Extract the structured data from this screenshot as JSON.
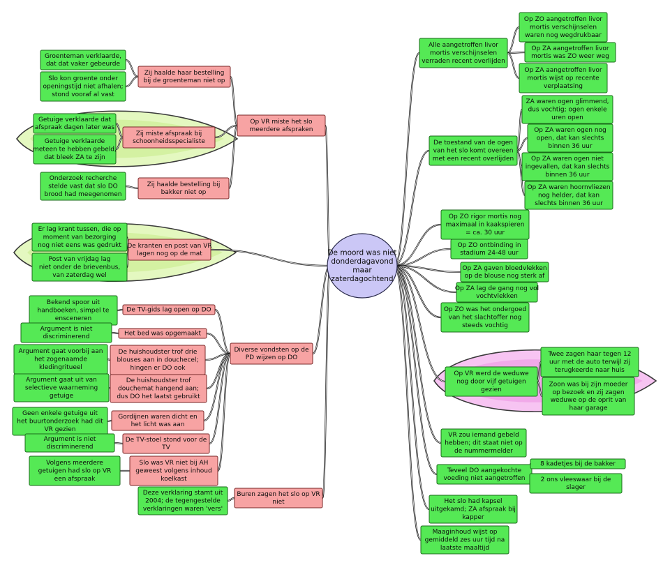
{
  "center": {
    "lines": [
      "De moord was niet",
      "donderdagavond",
      "maar",
      "zaterdagochtend"
    ]
  },
  "colors": {
    "green_node": "#55e955",
    "red_node": "#f7a3a3",
    "center_node": "#cbc7f6",
    "green_cluster": "#e4f8c0",
    "pink_cluster": "#f7c4f2"
  },
  "nodes": [
    {
      "id": "vr_slo",
      "kind": "r",
      "lines": [
        "Op VR miste het slo",
        "meerdere afspraken"
      ]
    },
    {
      "id": "groente_best",
      "kind": "r",
      "lines": [
        "Zij haalde haar bestelling",
        "bij de groenteman niet op"
      ]
    },
    {
      "id": "groente_verk",
      "kind": "g",
      "lines": [
        "Groenteman verklaarde,",
        "dat dat vaker gebeurde"
      ]
    },
    {
      "id": "groente_kon",
      "kind": "g",
      "lines": [
        "Slo kon groente onder",
        "openingstijd niet afhalen;",
        "stond vooraf al vast"
      ]
    },
    {
      "id": "schoon",
      "kind": "r",
      "lines": [
        "Zij miste afspraak bij",
        "schoonheidsspecialiste"
      ]
    },
    {
      "id": "getuige_dagen",
      "kind": "g",
      "lines": [
        "Getuige verklaarde dat",
        "afspraak dagen later was"
      ]
    },
    {
      "id": "getuige_meteen",
      "kind": "g",
      "lines": [
        "Getuige verklaarde",
        "meteen te hebben gebeld,",
        "dat bleek ZA te zijn"
      ]
    },
    {
      "id": "bakker_best",
      "kind": "r",
      "lines": [
        "Zij haalde bestelling bij",
        "bakker niet op"
      ]
    },
    {
      "id": "bakker_onder",
      "kind": "g",
      "lines": [
        "Onderzoek recherche",
        "stelde vast dat slo DO",
        "brood had meegenomen"
      ]
    },
    {
      "id": "kranten",
      "kind": "r",
      "lines": [
        "De kranten en post van VR",
        "lagen nog op de mat"
      ]
    },
    {
      "id": "krant_tussen",
      "kind": "g",
      "lines": [
        "Er lag krant tussen, die op",
        "moment van bezorging",
        "nog niet eens was gedrukt"
      ]
    },
    {
      "id": "post_vrijdag",
      "kind": "g",
      "lines": [
        "Post van vrijdag lag",
        "niet onder de brievenbus,",
        "van zaterdag wel"
      ]
    },
    {
      "id": "diverse",
      "kind": "r",
      "lines": [
        "Diverse vondsten op de",
        "PD wijzen op DO"
      ]
    },
    {
      "id": "tvgids",
      "kind": "r",
      "lines": [
        "De TV-gids lag open op DO"
      ]
    },
    {
      "id": "spoor",
      "kind": "g",
      "lines": [
        "Bekend spoor uit",
        "handboeken, simpel te",
        "ensceneren"
      ]
    },
    {
      "id": "bed",
      "kind": "r",
      "lines": [
        "Het bed was opgemaakt"
      ]
    },
    {
      "id": "discr1",
      "kind": "g",
      "lines": [
        "Argument is niet",
        "discriminerend"
      ]
    },
    {
      "id": "blouses",
      "kind": "r",
      "lines": [
        "De huishoudster trof drie",
        "blouses aan in douchecel;",
        "hingen er DO ook"
      ]
    },
    {
      "id": "kleding",
      "kind": "g",
      "lines": [
        "Argument gaat voorbij aan",
        "het zogenaamde",
        "kledingritueel"
      ]
    },
    {
      "id": "douchemat",
      "kind": "r",
      "lines": [
        "De huishoudster trof",
        "douchemat hangend aan;",
        "dus DO het laatst gebruikt"
      ]
    },
    {
      "id": "selectief",
      "kind": "g",
      "lines": [
        "Argument gaat uit van",
        "selectieve waarneming",
        "getuige"
      ]
    },
    {
      "id": "gordijn",
      "kind": "r",
      "lines": [
        "Gordijnen waren dicht en",
        "het licht was aan"
      ]
    },
    {
      "id": "geen_getuige",
      "kind": "g",
      "lines": [
        "Geen enkele getuige uit",
        "het buurtonderzoek had dit",
        "VR gezien"
      ]
    },
    {
      "id": "tvstoel",
      "kind": "r",
      "lines": [
        "De TV-stoel stond voor de",
        "TV"
      ]
    },
    {
      "id": "discr2",
      "kind": "g",
      "lines": [
        "Argument is niet",
        "discriminerend"
      ]
    },
    {
      "id": "ah",
      "kind": "r",
      "lines": [
        "Slo was VR niet bij AH",
        "geweest volgens inhoud",
        "koelkast"
      ]
    },
    {
      "id": "volgens",
      "kind": "g",
      "lines": [
        "Volgens meerdere",
        "getuigen had slo op VR",
        "een afspraak"
      ]
    },
    {
      "id": "buren",
      "kind": "r",
      "lines": [
        "Buren zagen het slo op VR",
        "niet"
      ]
    },
    {
      "id": "verklaring",
      "kind": "g",
      "lines": [
        "Deze verklaring stamt uit",
        "2004; de tegengestelde",
        "verklaringen waren 'vers'"
      ]
    },
    {
      "id": "livor",
      "kind": "g",
      "lines": [
        "Alle aangetroffen livor",
        "mortis verschijnselen",
        "verraden recent overlijden"
      ]
    },
    {
      "id": "livor_zo",
      "kind": "g",
      "lines": [
        "Op ZO aangetroffen livor",
        "mortis verschijnselen",
        "waren nog wegdrukbaar"
      ]
    },
    {
      "id": "livor_za1",
      "kind": "g",
      "lines": [
        "Op ZA aangetroffen livor",
        "mortis was ZO weer weg"
      ]
    },
    {
      "id": "livor_za2",
      "kind": "g",
      "lines": [
        "Op ZA aangetroffen livor",
        "mortis wijst op recente",
        "verplaatsing"
      ]
    },
    {
      "id": "ogen",
      "kind": "g",
      "lines": [
        "De toestand van de ogen",
        "van het slo komt overeen",
        "met een recent overlijden"
      ]
    },
    {
      "id": "ogen1",
      "kind": "g",
      "lines": [
        "ZA waren ogen glimmend,",
        "dus vochtig; ogen enkele",
        "uren open"
      ]
    },
    {
      "id": "ogen2",
      "kind": "g",
      "lines": [
        "Op ZA waren ogen nog",
        "open, dat kan slechts",
        "binnen 36 uur"
      ]
    },
    {
      "id": "ogen3",
      "kind": "g",
      "lines": [
        "Op ZA waren ogen niet",
        "ingevallen, dat kan slechts",
        "binnen 36 uur"
      ]
    },
    {
      "id": "ogen4",
      "kind": "g",
      "lines": [
        "Op ZA waren hoornvliezen",
        "nog helder, dat kan",
        "slechts binnen 36 uur"
      ]
    },
    {
      "id": "rigor",
      "kind": "g",
      "lines": [
        "Op ZO rigor mortis nog",
        "maximaal in  kaakspieren",
        "= ca. 30 uur"
      ]
    },
    {
      "id": "ontbinding",
      "kind": "g",
      "lines": [
        "Op ZO ontbinding in",
        "stadium 24-48 uur"
      ]
    },
    {
      "id": "bloed",
      "kind": "g",
      "lines": [
        "Op ZA gaven  bloedvlekken",
        "op de blouse nog sterk af"
      ]
    },
    {
      "id": "gang",
      "kind": "g",
      "lines": [
        "Op ZA lag de gang nog vol",
        "vochtvlekken"
      ]
    },
    {
      "id": "ondergoed",
      "kind": "g",
      "lines": [
        "Op ZO was het ondergoed",
        "van het slachtoffer nog",
        "steeds vochtig"
      ]
    },
    {
      "id": "weduwe",
      "kind": "g",
      "lines": [
        "Op VR werd de weduwe",
        "nog door vijf getuigen",
        "gezien"
      ]
    },
    {
      "id": "twee",
      "kind": "g",
      "lines": [
        "Twee zagen haar tegen 12",
        "uur met de auto terwijl zij",
        "terugkeerde naar huis"
      ]
    },
    {
      "id": "zoon",
      "kind": "g",
      "lines": [
        "Zoon was bij zijn moeder",
        "op bezoek en zij zagen",
        "weduwe op de oprit van",
        "haar garage"
      ]
    },
    {
      "id": "gebeld",
      "kind": "g",
      "lines": [
        "VR zou iemand gebeld",
        "hebben; dit staat niet op",
        "de nummermelder"
      ]
    },
    {
      "id": "teveel",
      "kind": "g",
      "lines": [
        "Teveel DO aangekochte",
        "voeding niet aangetroffen"
      ]
    },
    {
      "id": "kadetjes",
      "kind": "g",
      "lines": [
        "8 kadetjes bij de bakker"
      ]
    },
    {
      "id": "vleeswaar",
      "kind": "g",
      "lines": [
        "2 ons vleeswaar bij de",
        "slager"
      ]
    },
    {
      "id": "kapsel",
      "kind": "g",
      "lines": [
        "Het slo had kapsel",
        "uitgekamd; ZA afspraak bij",
        "kapper"
      ]
    },
    {
      "id": "maag",
      "kind": "g",
      "lines": [
        "Maaginhoud wijst op",
        "gemiddeld zes uur tijd na",
        "laatste maaltijd"
      ]
    }
  ]
}
